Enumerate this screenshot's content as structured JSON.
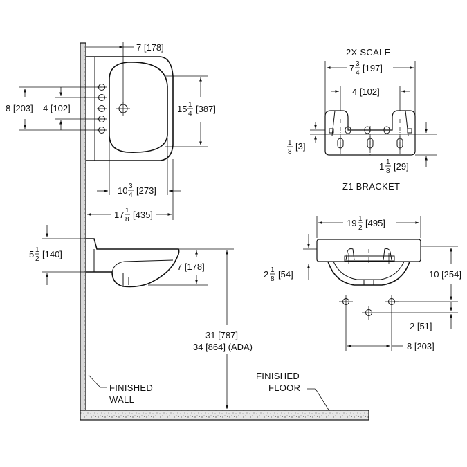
{
  "plan": {
    "top_7": "7 [178]",
    "left_8": "8 [203]",
    "left_4": "4 [102]",
    "right_15": "15",
    "right_15_num": "1",
    "right_15_den": "4",
    "right_15_mm": "[387]",
    "bottom_10": "10",
    "bottom_10_num": "3",
    "bottom_10_den": "4",
    "bottom_10_mm": "[273]",
    "bottom_17": "17",
    "bottom_17_num": "1",
    "bottom_17_den": "8",
    "bottom_17_mm": "[435]"
  },
  "side": {
    "d5": "5",
    "d5_num": "1",
    "d5_den": "2",
    "d5_mm": "[140]",
    "d7": "7 [178]",
    "h31": "31 [787]",
    "h34": "34 [864] (ADA)",
    "finished_wall_1": "FINISHED",
    "finished_wall_2": "WALL"
  },
  "bracket": {
    "scale": "2X SCALE",
    "w7": "7",
    "w7_num": "3",
    "w7_den": "4",
    "w7_mm": "[197]",
    "w4": "4 [102]",
    "t_num": "1",
    "t_den": "8",
    "t_mm": "[3]",
    "h1": "1",
    "h1_num": "1",
    "h1_den": "8",
    "h1_mm": "[29]",
    "title": "Z1 BRACKET"
  },
  "front": {
    "w19": "19",
    "w19_num": "1",
    "w19_den": "2",
    "w19_mm": "[495]",
    "h2": "2",
    "h2_num": "1",
    "h2_den": "8",
    "h2_mm": "[54]",
    "v10": "10 [254]",
    "v2": "2 [51]",
    "h8": "8 [203]",
    "finished_floor_1": "FINISHED",
    "finished_floor_2": "FLOOR"
  }
}
